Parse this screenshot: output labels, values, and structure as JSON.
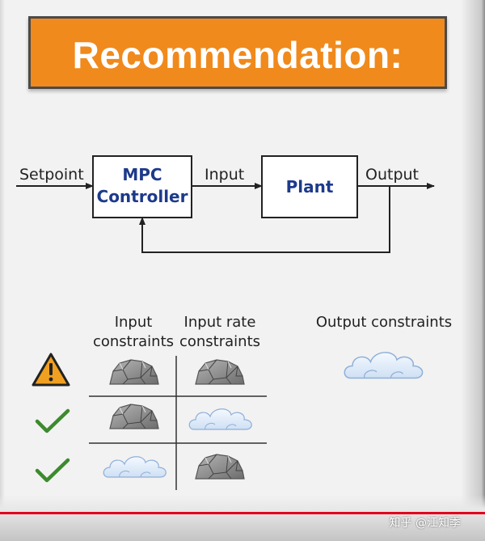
{
  "banner": {
    "title": "Recommendation:"
  },
  "block_diagram": {
    "setpoint_label": "Setpoint",
    "controller_label_line1": "MPC",
    "controller_label_line2": "Controller",
    "input_label": "Input",
    "plant_label": "Plant",
    "output_label": "Output"
  },
  "constraints_table": {
    "headers": {
      "input_constraints": [
        "Input",
        "constraints"
      ],
      "input_rate_constraints": [
        "Input rate",
        "constraints"
      ],
      "output_constraints": "Output constraints"
    },
    "rows": [
      {
        "status": "warning",
        "input": "hard",
        "input_rate": "hard"
      },
      {
        "status": "ok",
        "input": "hard",
        "input_rate": "soft"
      },
      {
        "status": "ok",
        "input": "soft",
        "input_rate": "hard"
      }
    ],
    "output_constraint_type": "soft",
    "legend_note": {
      "hard": "rock-icon",
      "soft": "cloud-icon",
      "warning": "warning-icon",
      "ok": "checkmark-icon"
    }
  },
  "colors": {
    "banner_bg": "#f08a1c",
    "controller_text": "#1d3a8a",
    "check": "#3d8a2e",
    "warning": "#f0a020",
    "progress": "#e0001a"
  },
  "watermark": "知乎 @江知季"
}
